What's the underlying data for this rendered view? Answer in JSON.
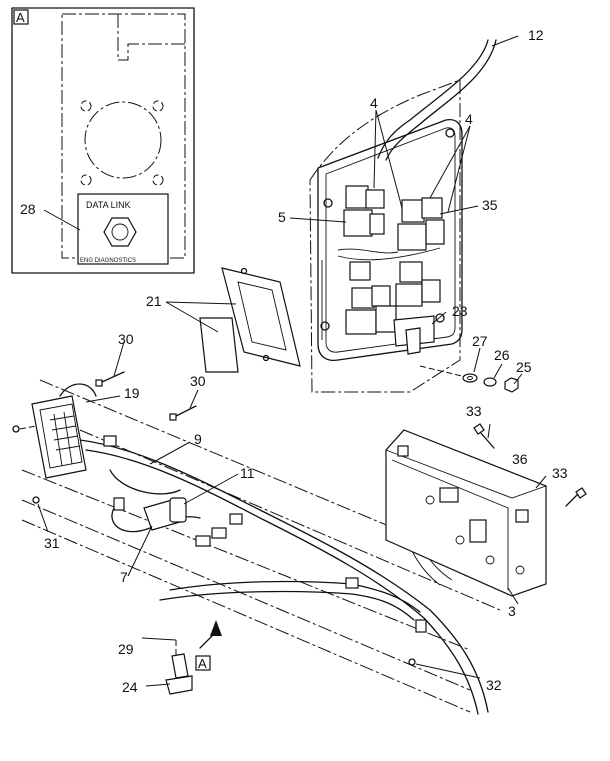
{
  "detail_view": {
    "tag": "A",
    "data_link_label": "DATA LINK",
    "eng_diagnostics_label": "ENG DIAGNOSTICS"
  },
  "view_reference": "A",
  "callouts": {
    "c3": "3",
    "c4a": "4",
    "c4b": "4",
    "c5": "5",
    "c7": "7",
    "c9": "9",
    "c11": "11",
    "c12": "12",
    "c19": "19",
    "c21": "21",
    "c23": "23",
    "c24": "24",
    "c25": "25",
    "c26": "26",
    "c27": "27",
    "c28": "28",
    "c29": "29",
    "c30a": "30",
    "c30b": "30",
    "c31": "31",
    "c32": "32",
    "c33a": "33",
    "c33b": "33",
    "c35": "35",
    "c36": "36"
  }
}
